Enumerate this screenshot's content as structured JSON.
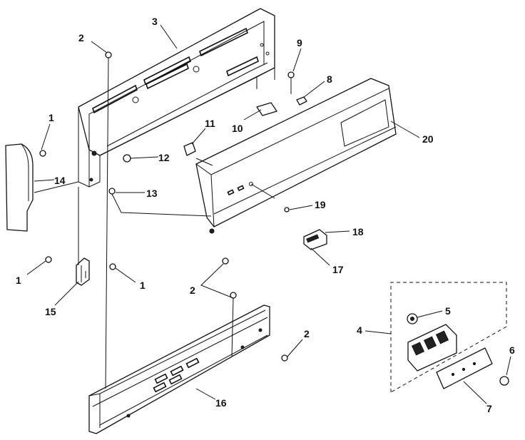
{
  "callouts": {
    "c1a": "1",
    "c1b": "1",
    "c1c": "1",
    "c2a": "2",
    "c2b": "2",
    "c2c": "2",
    "c3": "3",
    "c4": "4",
    "c5": "5",
    "c6": "6",
    "c7": "7",
    "c8": "8",
    "c9": "9",
    "c10": "10",
    "c11": "11",
    "c12": "12",
    "c13": "13",
    "c14": "14",
    "c15": "15",
    "c16": "16",
    "c17": "17",
    "c18": "18",
    "c19": "19",
    "c20": "20"
  }
}
